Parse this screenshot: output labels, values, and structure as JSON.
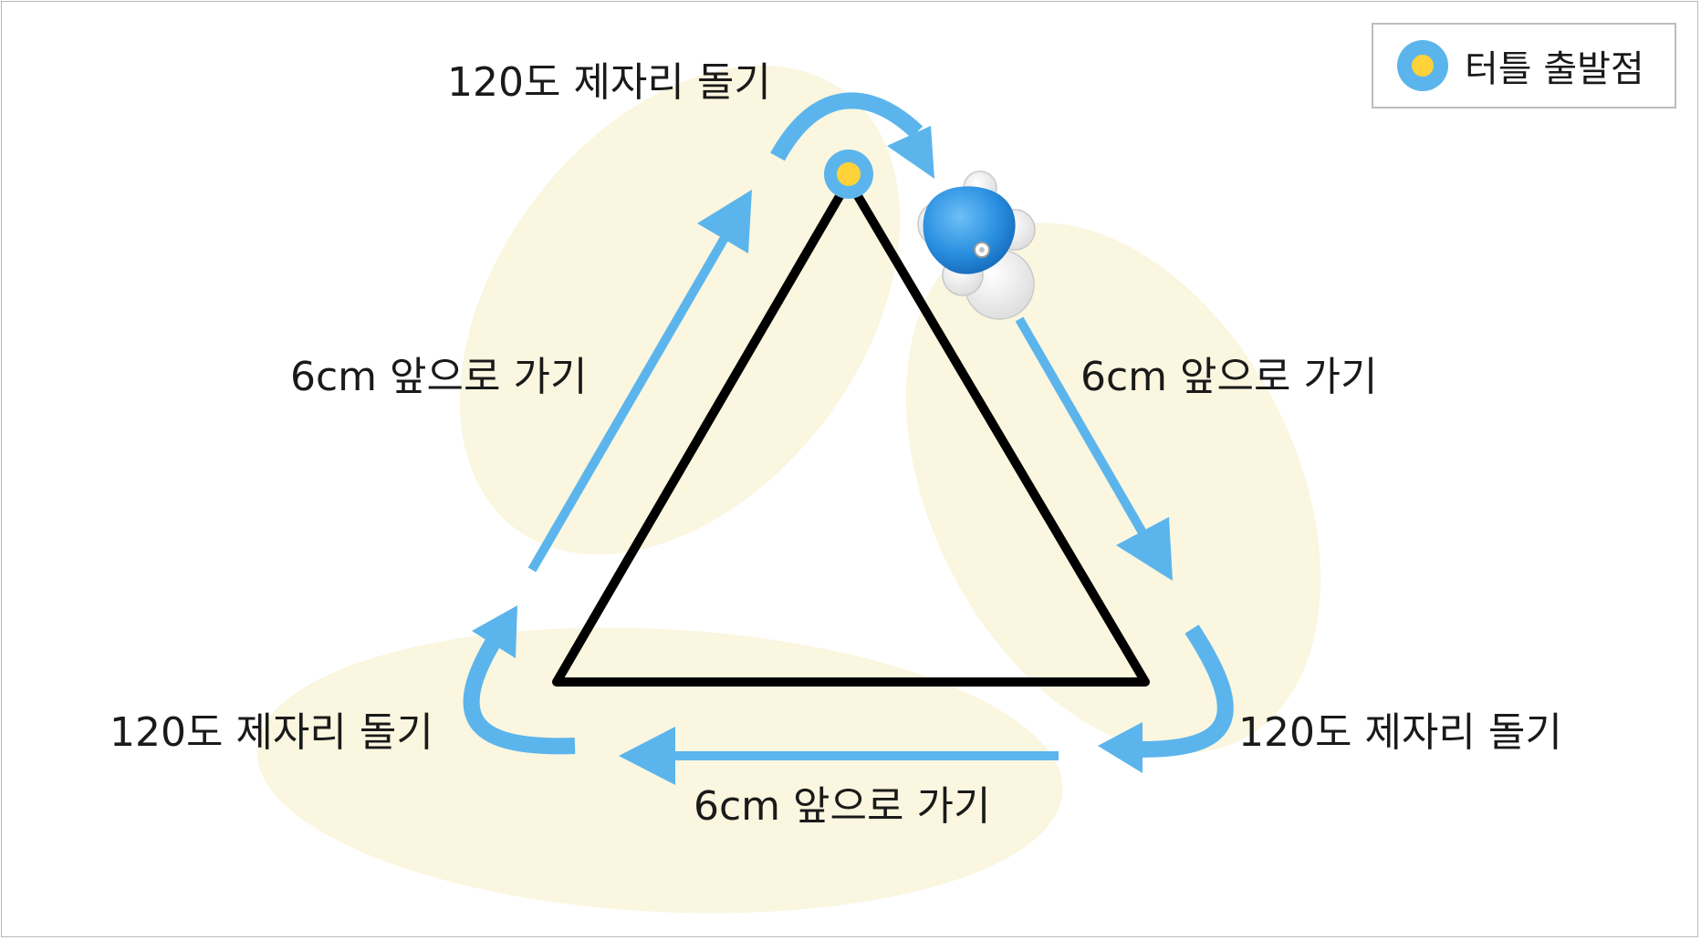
{
  "legend": {
    "label": "터틀 출발점",
    "marker_colors": {
      "ring": "#5bb5ec",
      "center": "#ffd23a"
    }
  },
  "steps": {
    "top_turn": "120도 제자리 돌기",
    "left_forward": "6cm 앞으로 가기",
    "right_forward": "6cm 앞으로 가기",
    "bottom_left_turn": "120도 제자리 돌기",
    "bottom_right_turn": "120도 제자리 돌기",
    "bottom_forward": "6cm 앞으로 가기"
  },
  "colors": {
    "arrow": "#5bb5ec",
    "highlight": "#faf6df",
    "triangle": "#000000",
    "turtle": "#2a8fe0"
  }
}
